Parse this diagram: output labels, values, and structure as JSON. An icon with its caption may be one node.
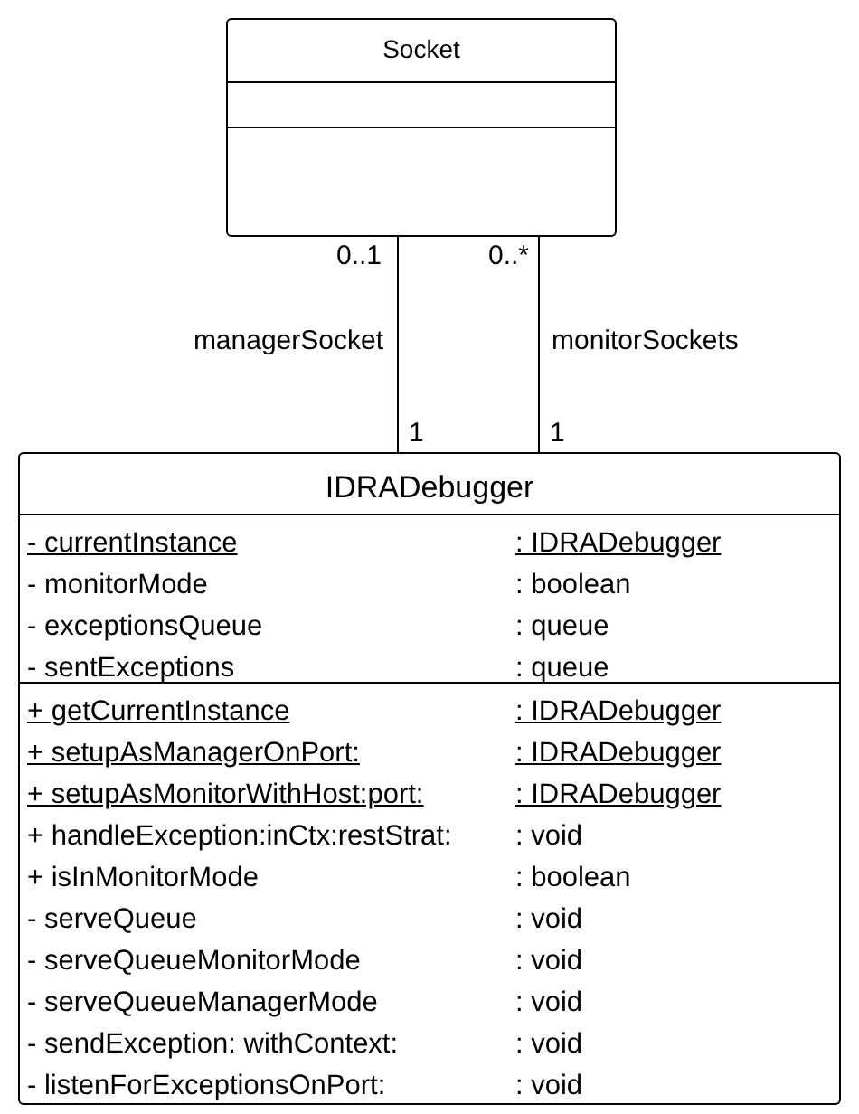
{
  "diagram": {
    "nodes": [
      {
        "text": [
          "Socket"
        ]
      },
      {
        "text": [],
        "shape": "box",
        "in": 0
      },
      {
        "text": [],
        "shape": "box",
        "in": 0
      },
      {
        "text": [
          "IDRADebugger"
        ]
      },
      {
        "text": [
          "- currentInstance",
          ": IDRADebugger",
          "- monitorMode",
          ": boolean",
          "- exceptionsQueue",
          ": queue",
          "- sentExceptions",
          ": queue"
        ],
        "in": 3
      },
      {
        "text": [
          "+ getCurrentInstance",
          ": IDRADebugger",
          "+ setupAsManagerOnPort:",
          ": IDRADebugger",
          "+ setupAsMonitorWithHost:port:",
          ": IDRADebugger",
          "+ handleException:inCtx:restStrat:",
          ": void",
          "+ isInMonitorMode",
          ": boolean",
          "- serveQueue",
          ": void",
          "- serveQueueMonitorMode",
          ": void",
          "- serveQueueManagerMode",
          ": void",
          "- sendException: withContext:",
          ": void",
          "- listenForExceptionsOnPort:",
          ": void"
        ],
        "in": 3
      }
    ],
    "edges": [
      {
        "from": 0,
        "to": 3,
        "arrow": "none",
        "label": "managerSocket"
      },
      {
        "from": 0,
        "to": 3,
        "arrow": "none",
        "label": "monitorSockets"
      }
    ],
    "labels": [
      "0..1",
      "0..*",
      "1",
      "1"
    ]
  }
}
